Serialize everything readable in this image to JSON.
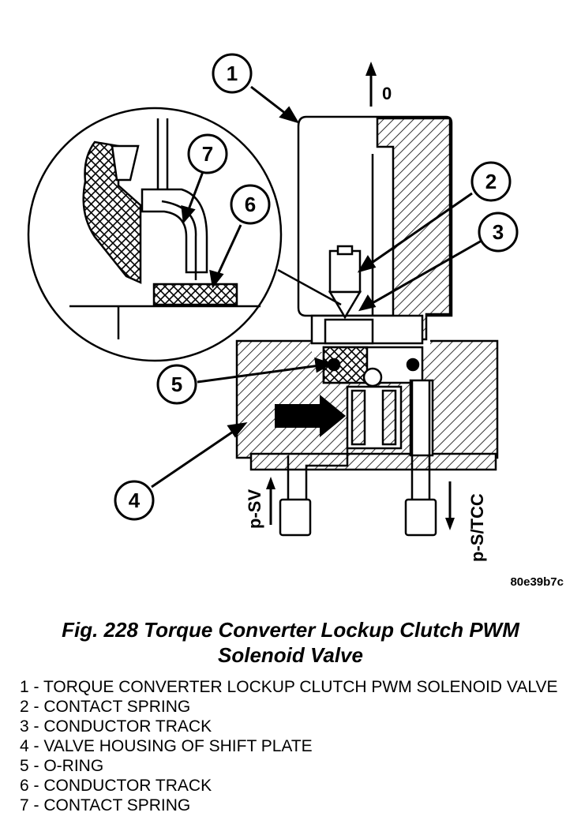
{
  "figure": {
    "id": "80e39b7c",
    "caption_line1": "Fig. 228 Torque Converter Lockup Clutch PWM",
    "caption_line2": "Solenoid Valve"
  },
  "callouts": [
    "1",
    "2",
    "3",
    "4",
    "5",
    "6",
    "7"
  ],
  "flow_labels": {
    "top": "0",
    "supply": "p-SV",
    "output": "p-S/TCC"
  },
  "legend": [
    "1 - TORQUE CONVERTER LOCKUP CLUTCH PWM SOLENOID VALVE",
    "2 - CONTACT SPRING",
    "3 - CONDUCTOR TRACK",
    "4 - VALVE HOUSING OF SHIFT PLATE",
    "5 - O-RING",
    "6 - CONDUCTOR TRACK",
    "7 - CONTACT SPRING"
  ]
}
